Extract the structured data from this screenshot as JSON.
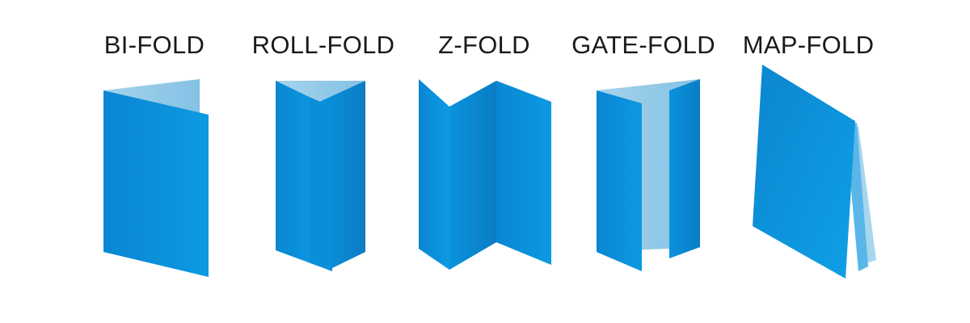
{
  "folds": [
    {
      "label": "BI-FOLD"
    },
    {
      "label": "ROLL-FOLD"
    },
    {
      "label": "Z-FOLD"
    },
    {
      "label": "GATE-FOLD"
    },
    {
      "label": "MAP-FOLD"
    }
  ],
  "colors": {
    "panel_front": "#0b94de",
    "panel_dark": "#0a7fc6",
    "panel_light": "#92c8e6",
    "panel_mid": "#3aa8e6",
    "text": "#1a1a1a",
    "background": "#ffffff"
  }
}
